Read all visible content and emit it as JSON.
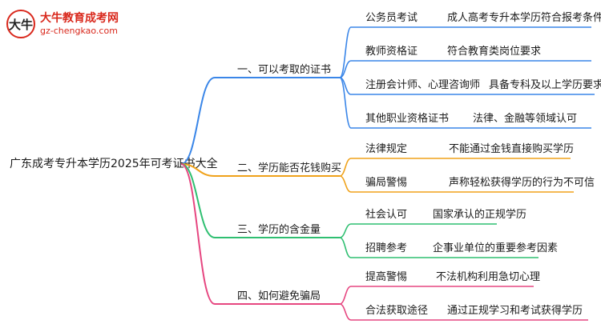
{
  "watermark": {
    "badge_text": "大牛",
    "site_name": "大牛教育成考网",
    "url": "gz-chengkao.com"
  },
  "colors": {
    "branch1": "#3a86e8",
    "branch2": "#f0a21a",
    "branch3": "#2fbf71",
    "branch4": "#e64680",
    "text": "#1a1a1a"
  },
  "mindmap": {
    "root": "广东成考专升本学历2025年可考证书大全",
    "branches": [
      {
        "label": "一、可以考取的证书",
        "children": [
          {
            "label": "公务员考试",
            "detail": "成人高考专升本学历符合报考条件"
          },
          {
            "label": "教师资格证",
            "detail": "符合教育类岗位要求"
          },
          {
            "label": "注册会计师、心理咨询师",
            "detail": "具备专科及以上学历要求"
          },
          {
            "label": "其他职业资格证书",
            "detail": "法律、金融等领域认可"
          }
        ]
      },
      {
        "label": "二、学历能否花钱购买",
        "children": [
          {
            "label": "法律规定",
            "detail": "不能通过金钱直接购买学历"
          },
          {
            "label": "骗局警惕",
            "detail": "声称轻松获得学历的行为不可信"
          }
        ]
      },
      {
        "label": "三、学历的含金量",
        "children": [
          {
            "label": "社会认可",
            "detail": "国家承认的正规学历"
          },
          {
            "label": "招聘参考",
            "detail": "企事业单位的重要参考因素"
          }
        ]
      },
      {
        "label": "四、如何避免骗局",
        "children": [
          {
            "label": "提高警惕",
            "detail": "不法机构利用急切心理"
          },
          {
            "label": "合法获取途径",
            "detail": "通过正规学习和考试获得学历"
          }
        ]
      }
    ]
  }
}
